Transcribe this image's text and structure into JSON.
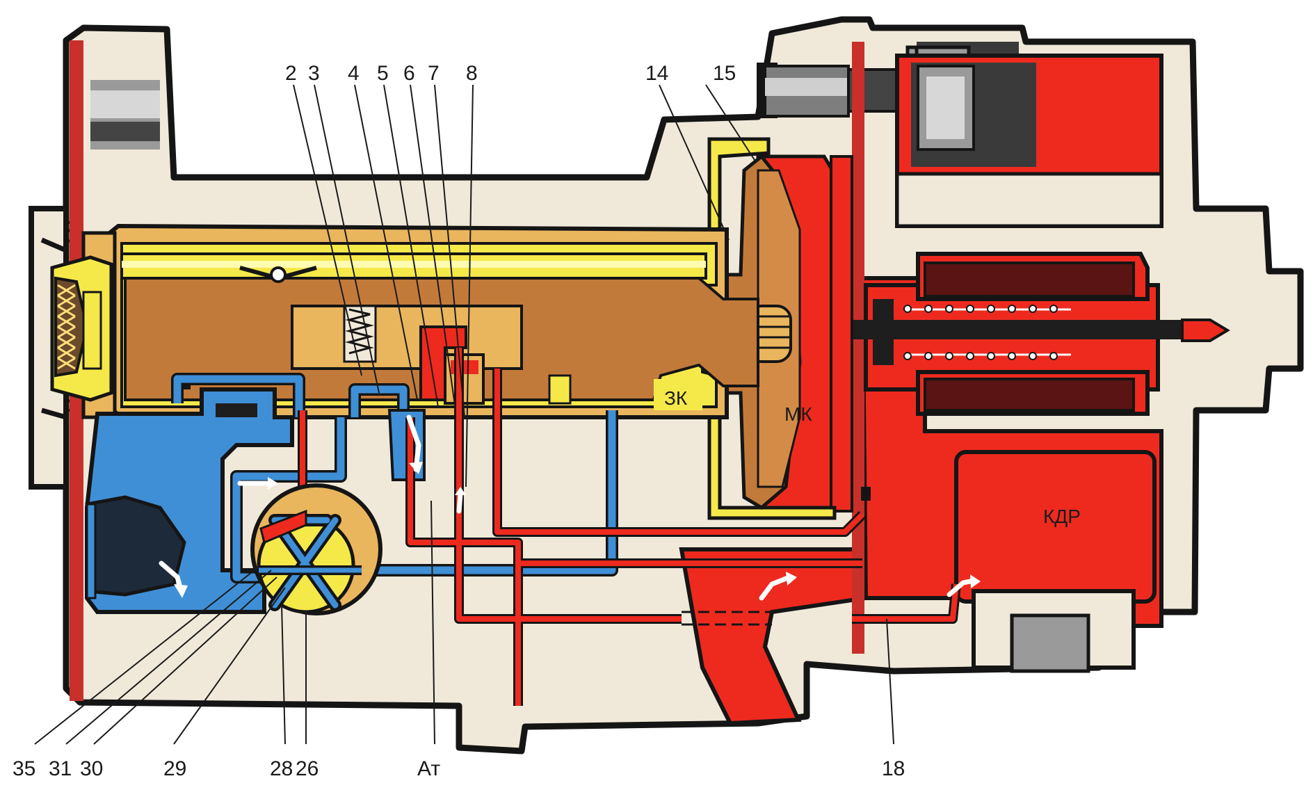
{
  "diagram": {
    "callouts_top": [
      "2",
      "3",
      "4",
      "5",
      "6",
      "7",
      "8",
      "14",
      "15"
    ],
    "callouts_bottom": [
      "35",
      "31",
      "30",
      "29",
      "28",
      "26",
      "Ат",
      "18"
    ],
    "zones": {
      "zk": "ЗК",
      "mk": "МК",
      "kdr": "КДР"
    },
    "colors": {
      "housing": "#f0e9d9",
      "outline": "#151515",
      "pressure": "#ee2a1f",
      "return": "#3f8fd6",
      "valve_body": "#c27a3a",
      "seat": "#f5e94a",
      "spool": "#e9b55d"
    }
  }
}
